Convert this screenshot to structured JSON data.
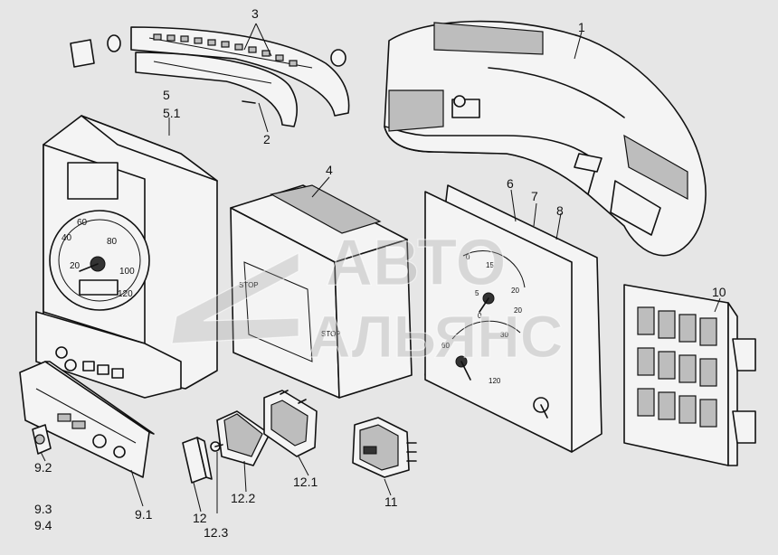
{
  "callouts": {
    "c1": "1",
    "c2": "2",
    "c3": "3",
    "c4": "4",
    "c5": "5",
    "c51": "5.1",
    "c6": "6",
    "c7": "7",
    "c8": "8",
    "c91": "9.1",
    "c92": "9.2",
    "c93": "9.3",
    "c94": "9.4",
    "c10": "10",
    "c11": "11",
    "c12": "12",
    "c121": "12.1",
    "c122": "12.2",
    "c123": "12.3"
  },
  "speedo_scale": [
    "20",
    "40",
    "60",
    "80",
    "100",
    "120"
  ],
  "gauge_scale": [
    "0",
    "5",
    "15",
    "20",
    "0",
    "20",
    "30",
    "60",
    "120"
  ],
  "switch_labels": {
    "stop_a": "STOP",
    "stop_b": "STOP"
  },
  "watermark": {
    "line1": "АВТО",
    "line2": "АЛЬЯНС"
  }
}
